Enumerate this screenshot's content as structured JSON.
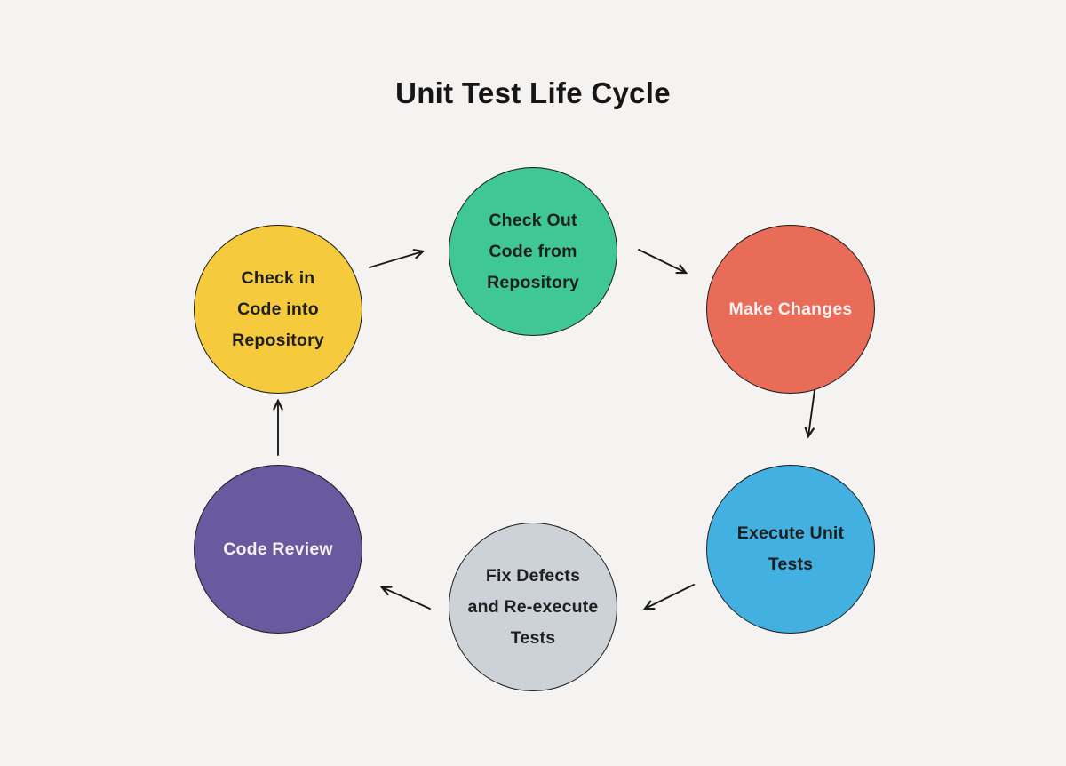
{
  "title": "Unit Test Life Cycle",
  "background_color": "#F4F3F1",
  "arrow_color": "#1A1A1A",
  "nodes": [
    {
      "id": "check-out-code",
      "label": "Check Out\nCode from\nRepository",
      "color": "#3FC796",
      "text_color": "#1F1F1F"
    },
    {
      "id": "make-changes",
      "label": "Make Changes",
      "color": "#E86C57",
      "text_color": "#F6F0F2"
    },
    {
      "id": "execute-unit-tests",
      "label": "Execute Unit\nTests",
      "color": "#42B0E0",
      "text_color": "#1F1F1F"
    },
    {
      "id": "fix-defects",
      "label": "Fix Defects\nand Re-execute\nTests",
      "color": "#CDD2D9",
      "text_color": "#1F1F1F"
    },
    {
      "id": "code-review",
      "label": "Code Review",
      "color": "#695AA0",
      "text_color": "#F6F0F2"
    },
    {
      "id": "check-in-code",
      "label": "Check in\nCode into\nRepository",
      "color": "#F5CA3D",
      "text_color": "#1F1F1F"
    }
  ],
  "flow": [
    "check-in-code -> check-out-code",
    "check-out-code -> make-changes",
    "make-changes -> execute-unit-tests",
    "execute-unit-tests -> fix-defects",
    "fix-defects -> code-review",
    "code-review -> check-in-code"
  ]
}
